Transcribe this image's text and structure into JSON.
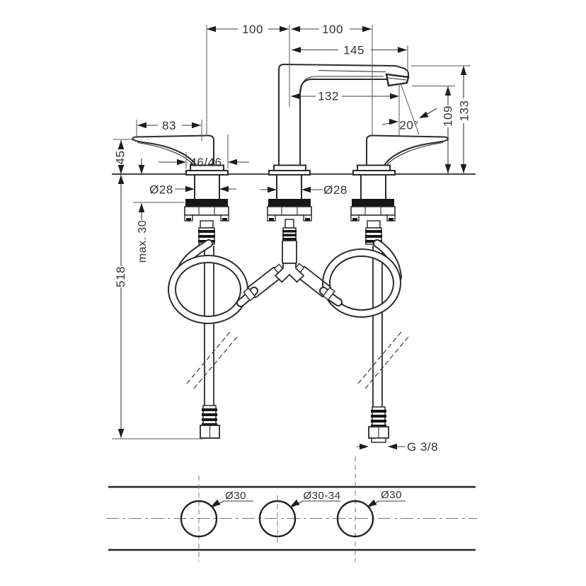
{
  "drawing": {
    "dimensions": {
      "hole_spacing_left": "100",
      "hole_spacing_right": "100",
      "spout_reach_total": "145",
      "spout_reach": "132",
      "spray_angle": "20°",
      "aerator_height": "109",
      "spout_height_total": "133",
      "handle_length": "83",
      "handle_height": "45",
      "escutcheon": "46/46",
      "shank_left": "Ø28",
      "shank_middle": "Ø28",
      "max_mounting_thickness": "max. 30",
      "connection_height": "518",
      "supply_thread": "G 3/8"
    },
    "hole_plan": {
      "left": "Ø30",
      "middle": "Ø30-34",
      "right": "Ø30"
    },
    "colors": {
      "line": "#2b2b2b",
      "dimension": "#3a3a3a",
      "fitting_gray": "#9c9c9c",
      "background": "#ffffff"
    }
  }
}
